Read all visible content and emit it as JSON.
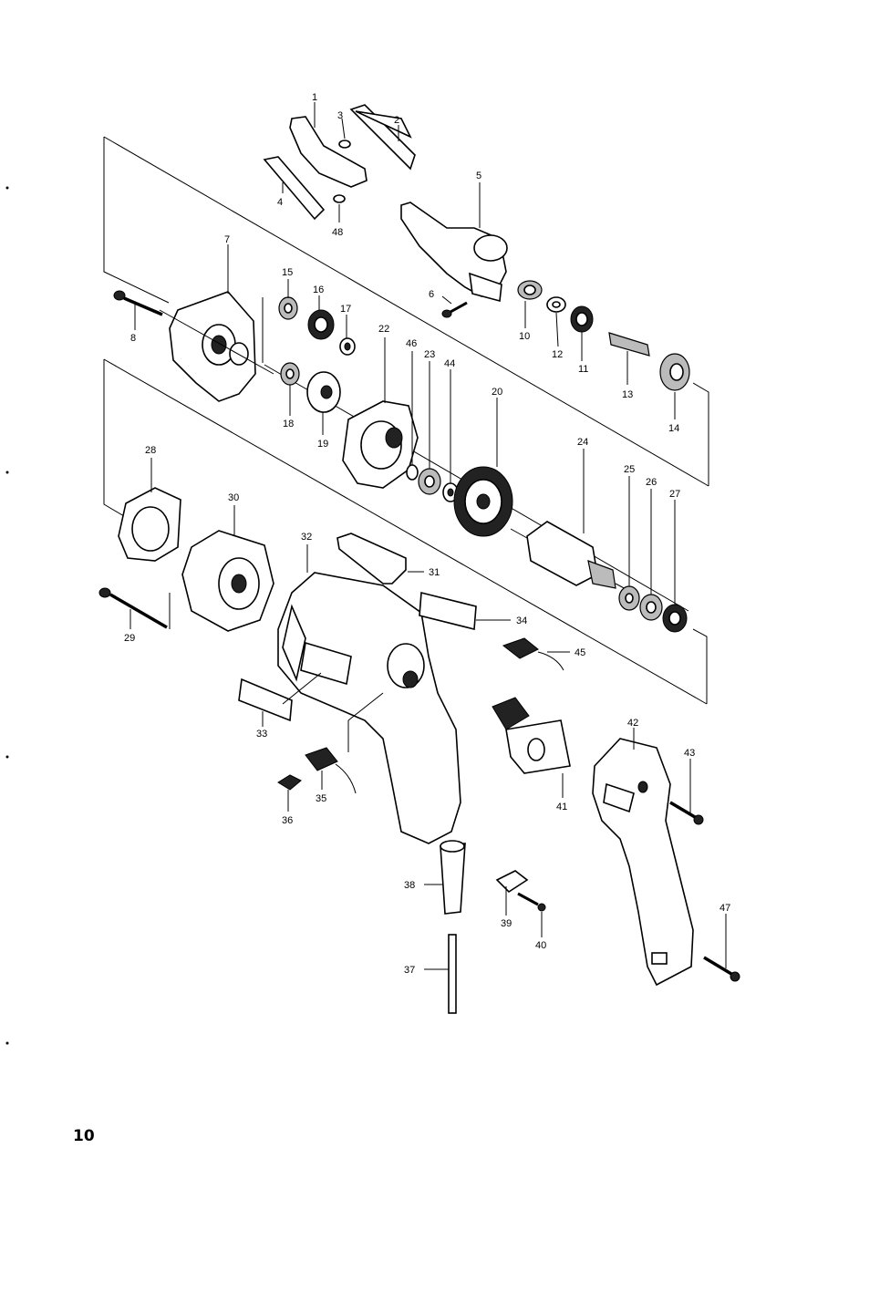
{
  "page_number": "10",
  "parts": [
    {
      "label": "1"
    },
    {
      "label": "2"
    },
    {
      "label": "3"
    },
    {
      "label": "4"
    },
    {
      "label": "48"
    },
    {
      "label": "5"
    },
    {
      "label": "6"
    },
    {
      "label": "7"
    },
    {
      "label": "8"
    },
    {
      "label": "10"
    },
    {
      "label": "12"
    },
    {
      "label": "11"
    },
    {
      "label": "13"
    },
    {
      "label": "14"
    },
    {
      "label": "15"
    },
    {
      "label": "16"
    },
    {
      "label": "17"
    },
    {
      "label": "18"
    },
    {
      "label": "19"
    },
    {
      "label": "22"
    },
    {
      "label": "46"
    },
    {
      "label": "23"
    },
    {
      "label": "44"
    },
    {
      "label": "20"
    },
    {
      "label": "24"
    },
    {
      "label": "25"
    },
    {
      "label": "26"
    },
    {
      "label": "27"
    },
    {
      "label": "28"
    },
    {
      "label": "30"
    },
    {
      "label": "29"
    },
    {
      "label": "32"
    },
    {
      "label": "31"
    },
    {
      "label": "34"
    },
    {
      "label": "45"
    },
    {
      "label": "33"
    },
    {
      "label": "35"
    },
    {
      "label": "36"
    },
    {
      "label": "38"
    },
    {
      "label": "37"
    },
    {
      "label": "39"
    },
    {
      "label": "40"
    },
    {
      "label": "41"
    },
    {
      "label": "42"
    },
    {
      "label": "43"
    },
    {
      "label": "47"
    }
  ]
}
